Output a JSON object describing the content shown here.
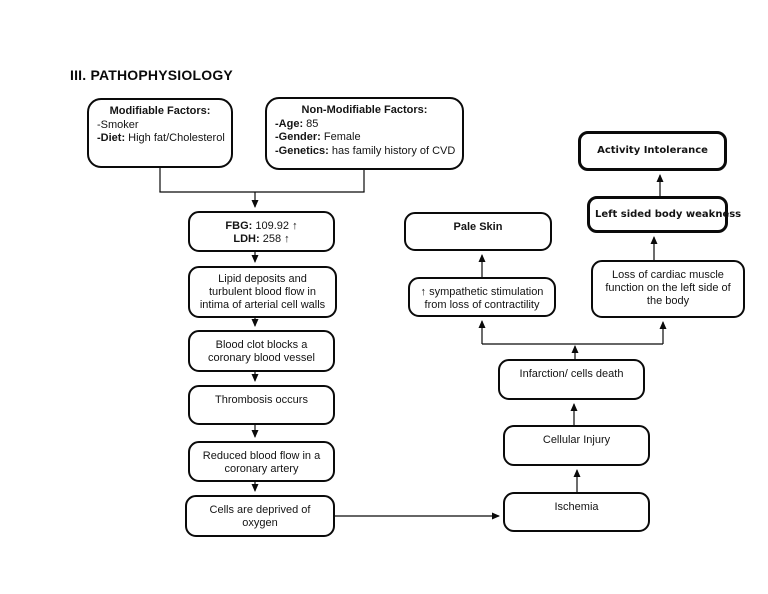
{
  "page": {
    "title": "III. PATHOPHYSIOLOGY"
  },
  "colors": {
    "ink": "#000000",
    "paper": "#ffffff"
  },
  "boxes": {
    "modifiable": {
      "heading": "Modifiable Factors:",
      "line1": "-Smoker",
      "line2_label": "-Diet:",
      "line2_rest": "High fat/Cholesterol"
    },
    "nonmodifiable": {
      "heading": "Non-Modifiable Factors:",
      "line1_label": "-Age:",
      "line1_rest": "85",
      "line2_label": "-Gender:",
      "line2_rest": "Female",
      "line3_label": "-Genetics:",
      "line3_rest": "has family history of CVD"
    },
    "labs": {
      "line1_label": "FBG:",
      "line1_rest": "109.92 ↑",
      "line2_label": "LDH:",
      "line2_rest": "258 ↑"
    },
    "lipid": {
      "lines": [
        "Lipid deposits and",
        "turbulent blood flow in",
        "intima of arterial cell walls"
      ]
    },
    "blood_clot": {
      "lines": [
        "Blood clot blocks a",
        "coronary blood vessel"
      ]
    },
    "thrombosis": {
      "text": "Thrombosis occurs"
    },
    "reduced_flow": {
      "lines": [
        "Reduced blood flow in a",
        "coronary artery"
      ]
    },
    "cells_deprived": {
      "lines": [
        "Cells are deprived of",
        "oxygen"
      ]
    },
    "pale_skin": {
      "text": "Pale Skin"
    },
    "sympathetic": {
      "lines": [
        "↑ sympathetic stimulation",
        "from loss of contractility"
      ]
    },
    "activity": {
      "text": "Activity Intolerance"
    },
    "weakness": {
      "text": "Left sided body weakness"
    },
    "loss_cardiac": {
      "lines": [
        "Loss of cardiac muscle",
        "function on the left side of",
        "the body"
      ]
    },
    "infarction": {
      "text": "Infarction/ cells death"
    },
    "cellular": {
      "text": "Cellular Injury"
    },
    "ischemia": {
      "text": "Ischemia"
    }
  }
}
